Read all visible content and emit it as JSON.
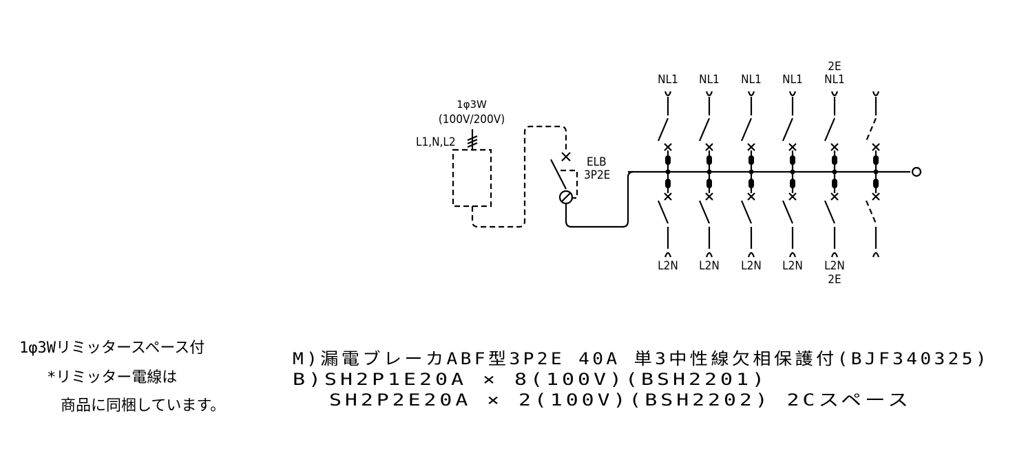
{
  "supply": {
    "phase": "1φ3W",
    "voltage": "(100V/200V)",
    "lines": "L1,N,L2"
  },
  "main_breaker": {
    "name": "ELB",
    "type": "3P2E"
  },
  "branches": [
    {
      "top": "NL1",
      "top_extra": "",
      "bottom": "L2N",
      "bottom_extra": "",
      "spare": false
    },
    {
      "top": "NL1",
      "top_extra": "",
      "bottom": "L2N",
      "bottom_extra": "",
      "spare": false
    },
    {
      "top": "NL1",
      "top_extra": "",
      "bottom": "L2N",
      "bottom_extra": "",
      "spare": false
    },
    {
      "top": "NL1",
      "top_extra": "",
      "bottom": "L2N",
      "bottom_extra": "",
      "spare": false
    },
    {
      "top": "NL1",
      "top_extra": "2E",
      "bottom": "L2N",
      "bottom_extra": "2E",
      "spare": false
    },
    {
      "top": "",
      "top_extra": "",
      "bottom": "",
      "bottom_extra": "",
      "spare": true
    }
  ],
  "notes": {
    "line1": "1φ3Wリミッタースペース付",
    "line2": "*リミッター電線は",
    "line3": "商品に同梱しています。"
  },
  "specs": {
    "line1": "M)漏電ブレーカABF型3P2E 40A 単3中性線欠相保護付(BJF340325)",
    "line2": "B)SH2P1E20A × 8(100V)(BSH2201)",
    "line3": "SH2P2E20A × 2(100V)(BSH2202) 2Cスペース"
  }
}
